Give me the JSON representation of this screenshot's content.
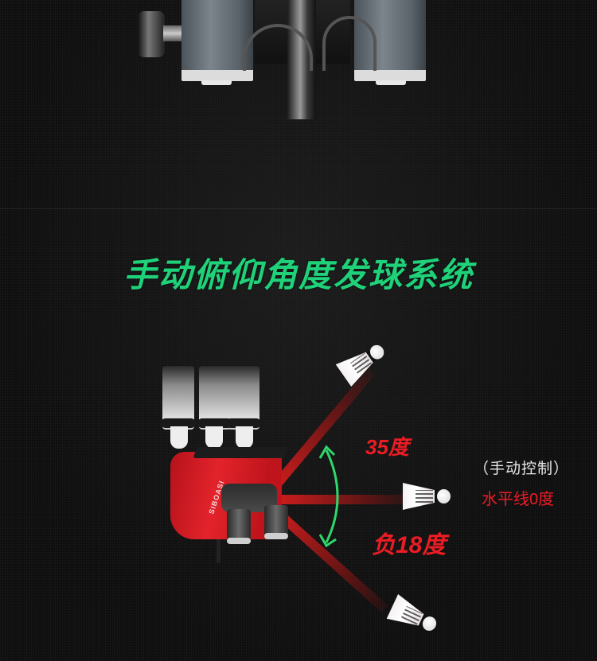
{
  "top_section": {
    "image": "badminton-machine-top-view",
    "components": [
      "adjustment-knob",
      "shuttle-canister-left",
      "shuttle-canister-right",
      "stand-pole"
    ]
  },
  "heading": {
    "title": "手动俯仰角度发球系统",
    "color": "#1fd27a"
  },
  "diagram": {
    "machine_brand": "SIBOASI",
    "angle_up_label": "35度",
    "angle_down_label": "负18度",
    "control_mode_label": "（手动控制）",
    "horizontal_label": "水平线0度",
    "beam_color": "#e61e1e",
    "label_color": "#ec1c24",
    "arrow_color": "#2fd86a",
    "shuttles": [
      {
        "position": "upper",
        "angle": "35度"
      },
      {
        "position": "horizontal",
        "angle": "0度"
      },
      {
        "position": "lower",
        "angle": "负18度"
      }
    ]
  }
}
